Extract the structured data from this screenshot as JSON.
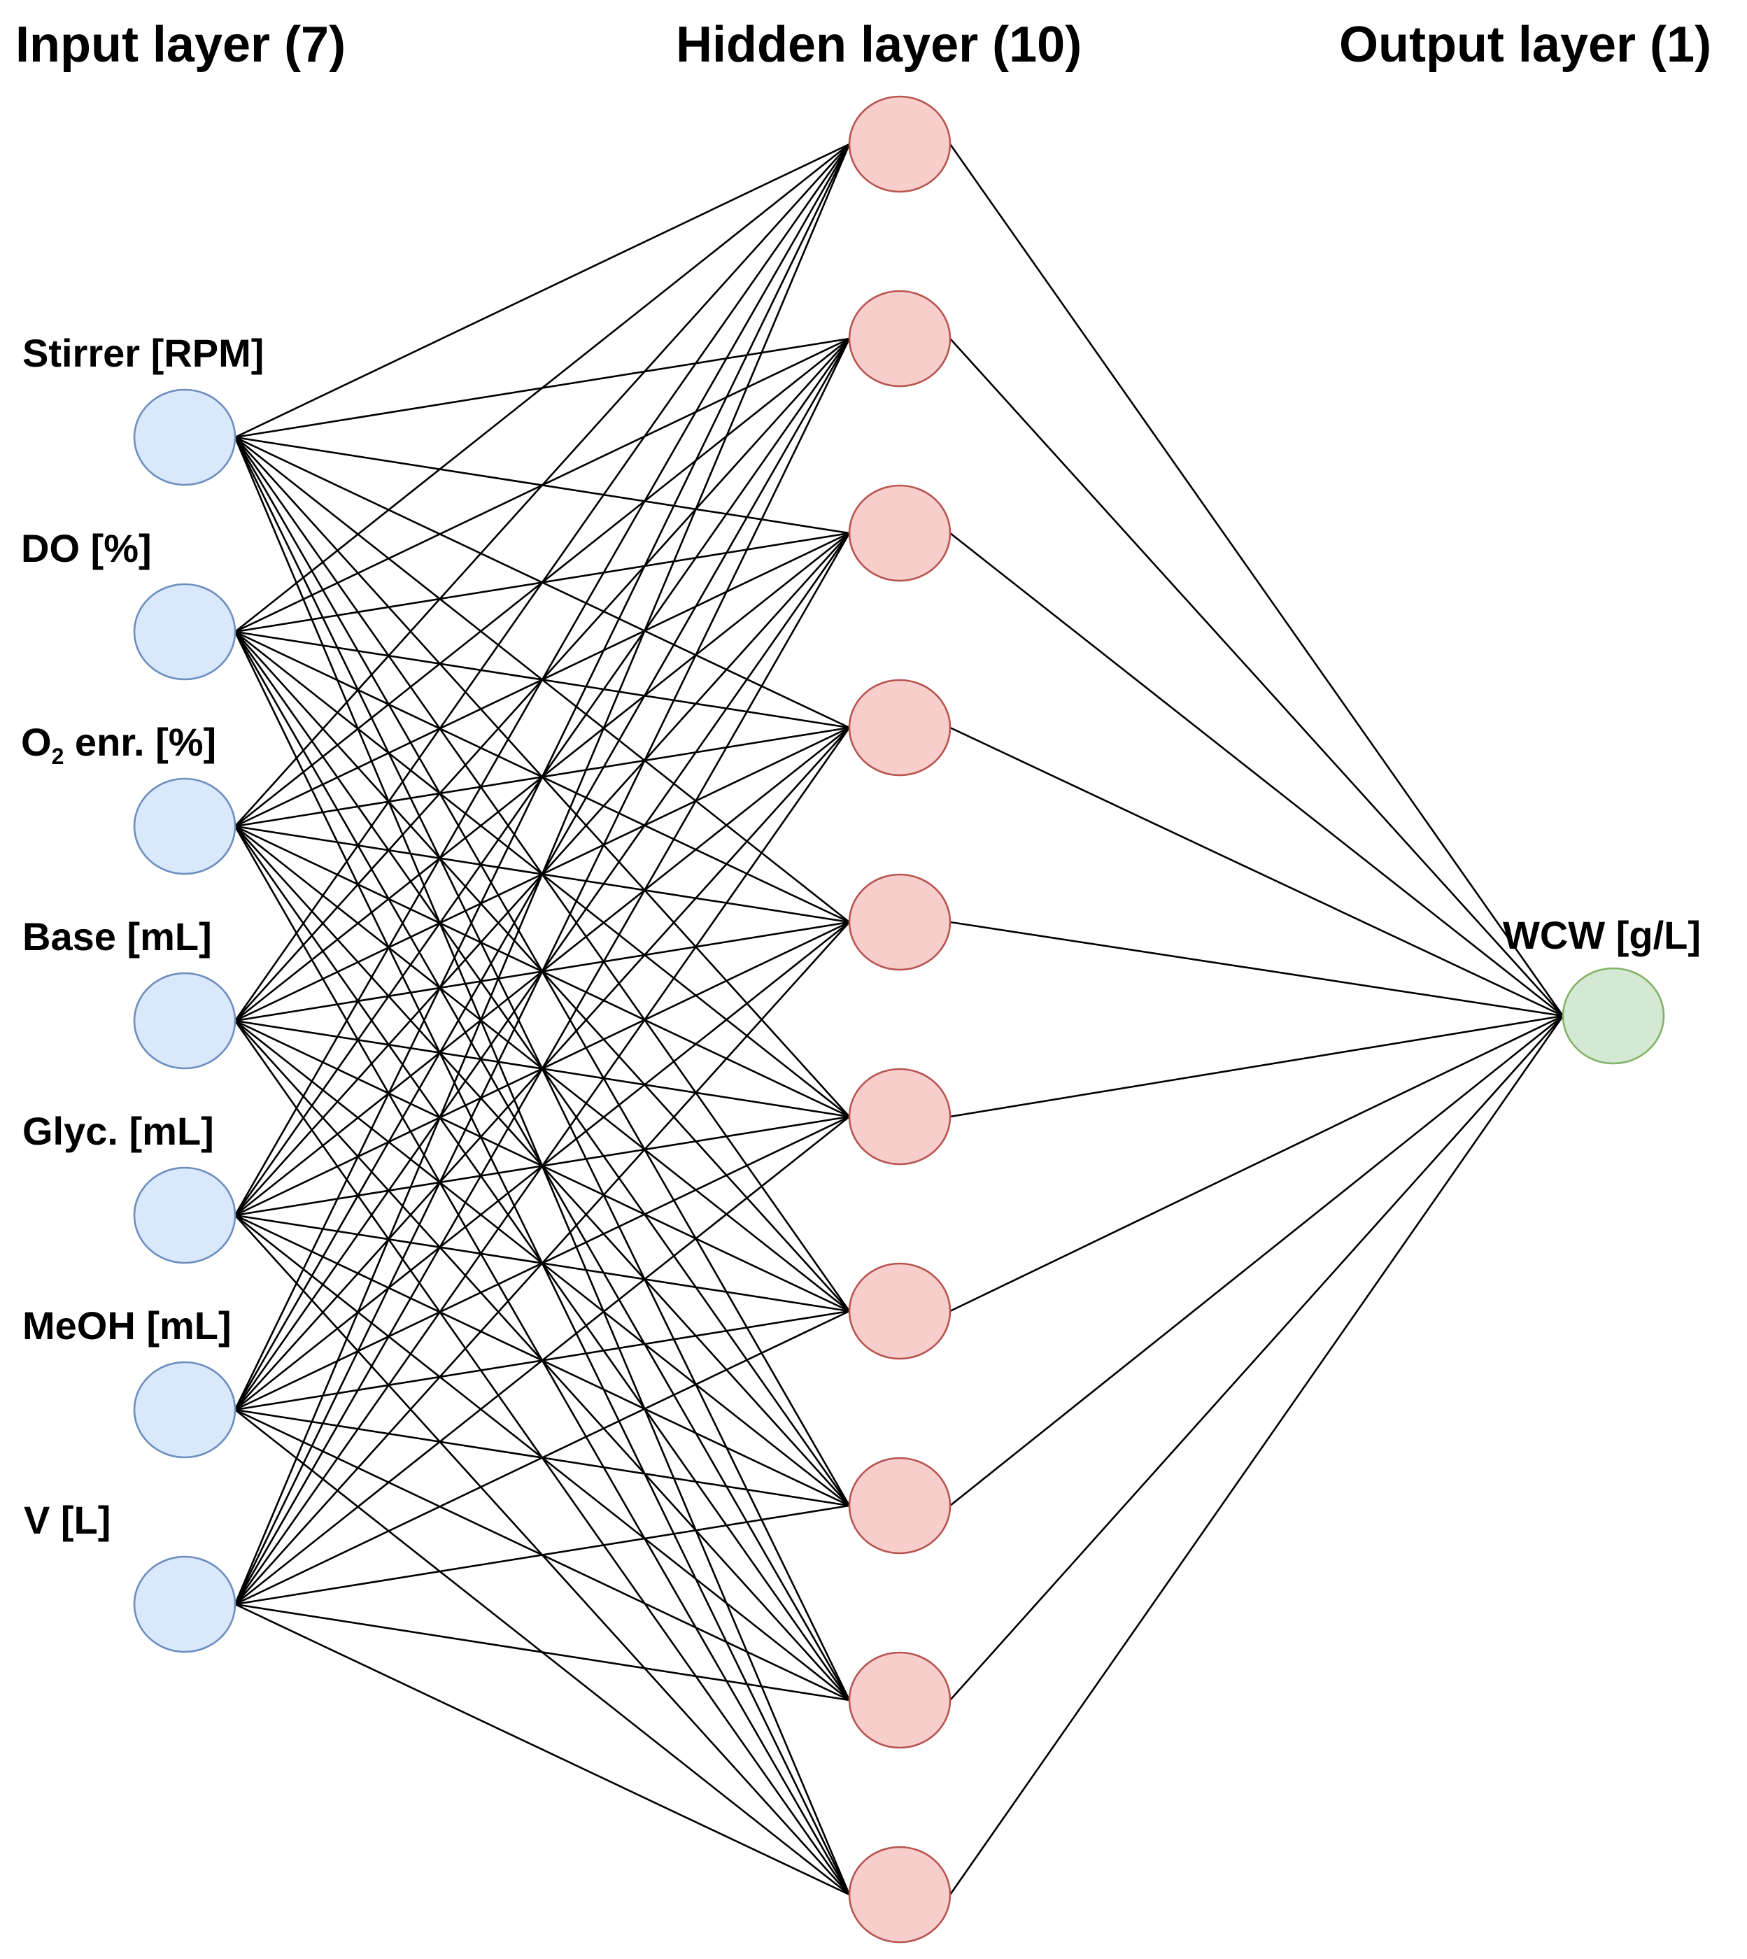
{
  "layers": {
    "input": {
      "title": "Input layer (7)",
      "nodes": [
        {
          "label": "Stirrer [RPM]"
        },
        {
          "label": "DO [%]"
        },
        {
          "label_main": "O",
          "label_sub": "2",
          "label_rest": " enr. [%]"
        },
        {
          "label": "Base [mL]"
        },
        {
          "label": "Glyc. [mL]"
        },
        {
          "label": "MeOH [mL]"
        },
        {
          "label": "V [L]"
        }
      ]
    },
    "hidden": {
      "title": "Hidden layer (10)",
      "node_count": 10
    },
    "output": {
      "title": "Output layer (1)",
      "nodes": [
        {
          "label": "WCW [g/L]"
        }
      ]
    }
  },
  "colors": {
    "input_fill": "#dae8fc",
    "input_stroke": "#6c8ebf",
    "hidden_fill": "#f8cecc",
    "hidden_stroke": "#b85450",
    "output_fill": "#d5e8d4",
    "output_stroke": "#82b366",
    "edge": "#000000"
  }
}
